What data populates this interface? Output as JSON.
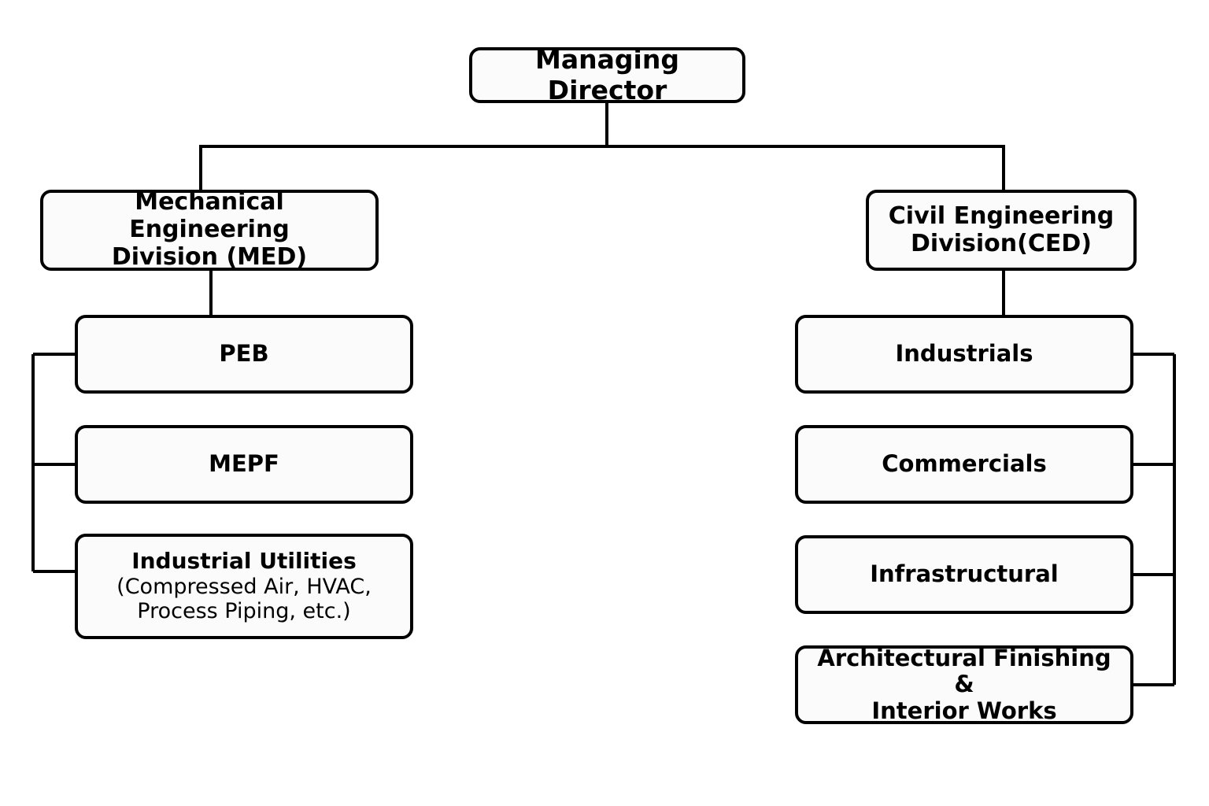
{
  "chart_data": {
    "type": "diagram",
    "diagram_kind": "organization-chart",
    "title": "",
    "orientation": "top-down",
    "node_shape": "rounded-rectangle",
    "colors": {
      "background": "#ffffff",
      "node_fill": "#fbfbfb",
      "node_border": "#000000",
      "connector": "#000000",
      "text": "#000000"
    },
    "nodes": [
      {
        "id": "md",
        "label": "Managing Director",
        "level": 0
      },
      {
        "id": "med",
        "label": "Mechanical Engineering Division (MED)",
        "level": 1,
        "parent": "md"
      },
      {
        "id": "ced",
        "label": "Civil Engineering Division(CED)",
        "level": 1,
        "parent": "md"
      },
      {
        "id": "peb",
        "label": "PEB",
        "level": 2,
        "parent": "med"
      },
      {
        "id": "mepf",
        "label": "MEPF",
        "level": 2,
        "parent": "med"
      },
      {
        "id": "iu",
        "label": "Industrial Utilities (Compressed Air, HVAC, Process Piping, etc.)",
        "level": 2,
        "parent": "med"
      },
      {
        "id": "ind",
        "label": "Industrials",
        "level": 2,
        "parent": "ced"
      },
      {
        "id": "com",
        "label": "Commercials",
        "level": 2,
        "parent": "ced"
      },
      {
        "id": "inf",
        "label": "Infrastructural",
        "level": 2,
        "parent": "ced"
      },
      {
        "id": "afiw",
        "label": "Architectural Finishing & Interior Works",
        "level": 2,
        "parent": "ced"
      }
    ],
    "edges": [
      {
        "from": "md",
        "to": "med"
      },
      {
        "from": "md",
        "to": "ced"
      },
      {
        "from": "med",
        "to": "peb"
      },
      {
        "from": "med",
        "to": "mepf"
      },
      {
        "from": "med",
        "to": "iu"
      },
      {
        "from": "ced",
        "to": "ind"
      },
      {
        "from": "ced",
        "to": "com"
      },
      {
        "from": "ced",
        "to": "inf"
      },
      {
        "from": "ced",
        "to": "afiw"
      }
    ]
  },
  "root": {
    "title": "Managing Director"
  },
  "divisions": {
    "mechanical": {
      "line1": "Mechanical Engineering",
      "line2": "Division (MED)"
    },
    "civil": {
      "line1": "Civil Engineering",
      "line2": "Division(CED)"
    }
  },
  "mechanical_children": [
    {
      "title": "PEB"
    },
    {
      "title": "MEPF"
    },
    {
      "title": "Industrial Utilities",
      "detail_line1": "(Compressed Air, HVAC,",
      "detail_line2": "Process Piping, etc.)"
    }
  ],
  "civil_children": [
    {
      "title": "Industrials"
    },
    {
      "title": "Commercials"
    },
    {
      "title": "Infrastructural"
    },
    {
      "line1": "Architectural Finishing &",
      "line2": "Interior Works"
    }
  ]
}
